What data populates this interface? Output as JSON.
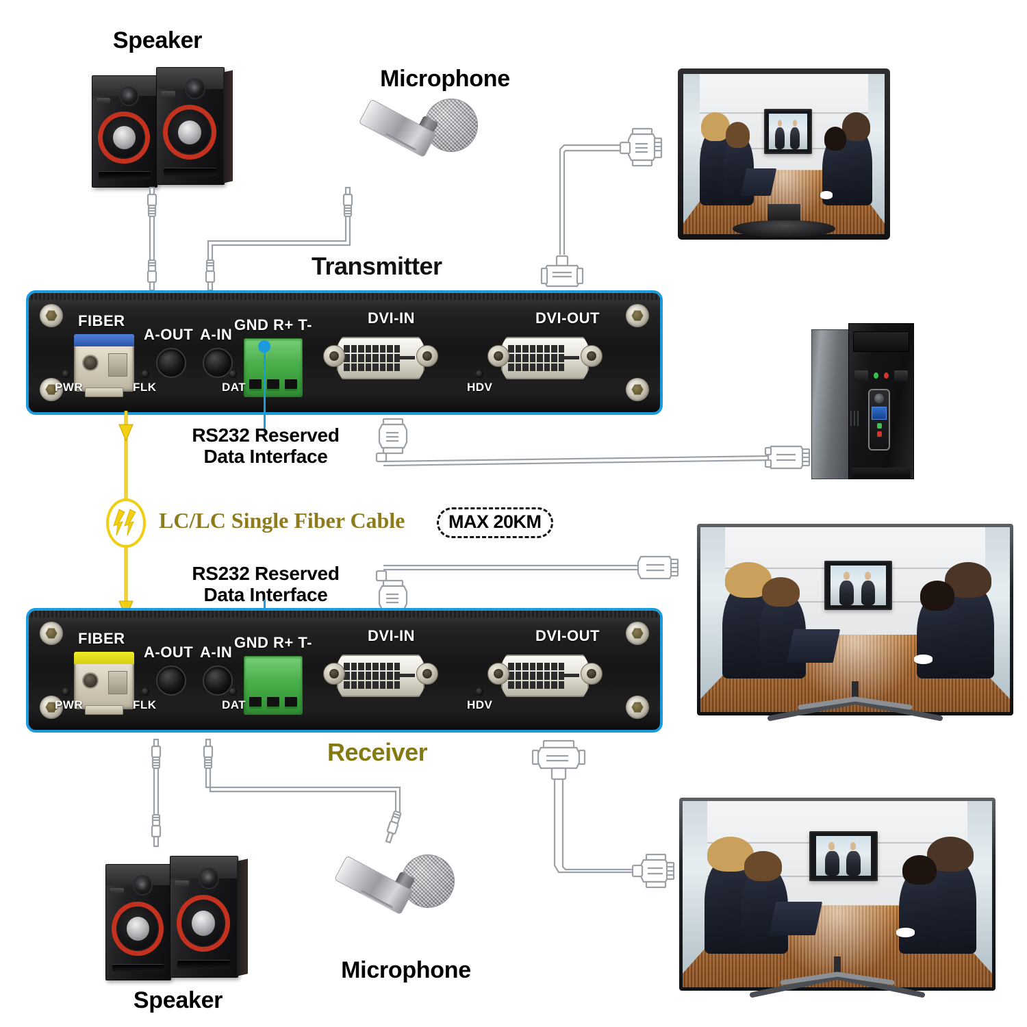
{
  "diagram": {
    "title": "DVI Fiber Optic Extender Connection Diagram",
    "accent_blue": "#1c9ade",
    "fiber_yellow": "#e9c20a",
    "receiver_label_color": "#857a12"
  },
  "labels": {
    "speaker_top": "Speaker",
    "microphone_top": "Microphone",
    "transmitter": "Transmitter",
    "receiver": "Receiver",
    "speaker_bottom": "Speaker",
    "microphone_bottom": "Microphone",
    "rs232_top": "RS232 Reserved\nData Interface",
    "rs232_bottom": "RS232 Reserved\nData Interface",
    "fiber_cable": "LC/LC Single Fiber Cable",
    "max_distance": "MAX 20KM"
  },
  "transmitter_panel": {
    "ports": [
      {
        "id": "fiber",
        "label": "FIBER"
      },
      {
        "id": "a-out",
        "label": "A-OUT"
      },
      {
        "id": "a-in",
        "label": "A-IN"
      },
      {
        "id": "terminal",
        "label": "GND R+ T-"
      },
      {
        "id": "dvi-in",
        "label": "DVI-IN"
      },
      {
        "id": "dvi-out",
        "label": "DVI-OUT"
      }
    ],
    "leds": [
      {
        "id": "pwr",
        "label": "PWR"
      },
      {
        "id": "flk",
        "label": "FLK"
      },
      {
        "id": "dat",
        "label": "DAT"
      },
      {
        "id": "hdv",
        "label": "HDV"
      }
    ],
    "fiber_connector_color": "#2f66c8"
  },
  "receiver_panel": {
    "ports": [
      {
        "id": "fiber",
        "label": "FIBER"
      },
      {
        "id": "a-out",
        "label": "A-OUT"
      },
      {
        "id": "a-in",
        "label": "A-IN"
      },
      {
        "id": "terminal",
        "label": "GND R+ T-"
      },
      {
        "id": "dvi-in",
        "label": "DVI-IN"
      },
      {
        "id": "dvi-out",
        "label": "DVI-OUT"
      }
    ],
    "leds": [
      {
        "id": "pwr",
        "label": "PWR"
      },
      {
        "id": "flk",
        "label": "FLK"
      },
      {
        "id": "dat",
        "label": "DAT"
      },
      {
        "id": "hdv",
        "label": "HDV"
      }
    ],
    "fiber_connector_color": "#e8e018"
  },
  "devices": {
    "monitor_top": "video-conference-monitor",
    "pc_tower": "desktop-pc-tower",
    "tv_middle": "video-conference-tv",
    "tv_bottom": "video-conference-tv"
  }
}
